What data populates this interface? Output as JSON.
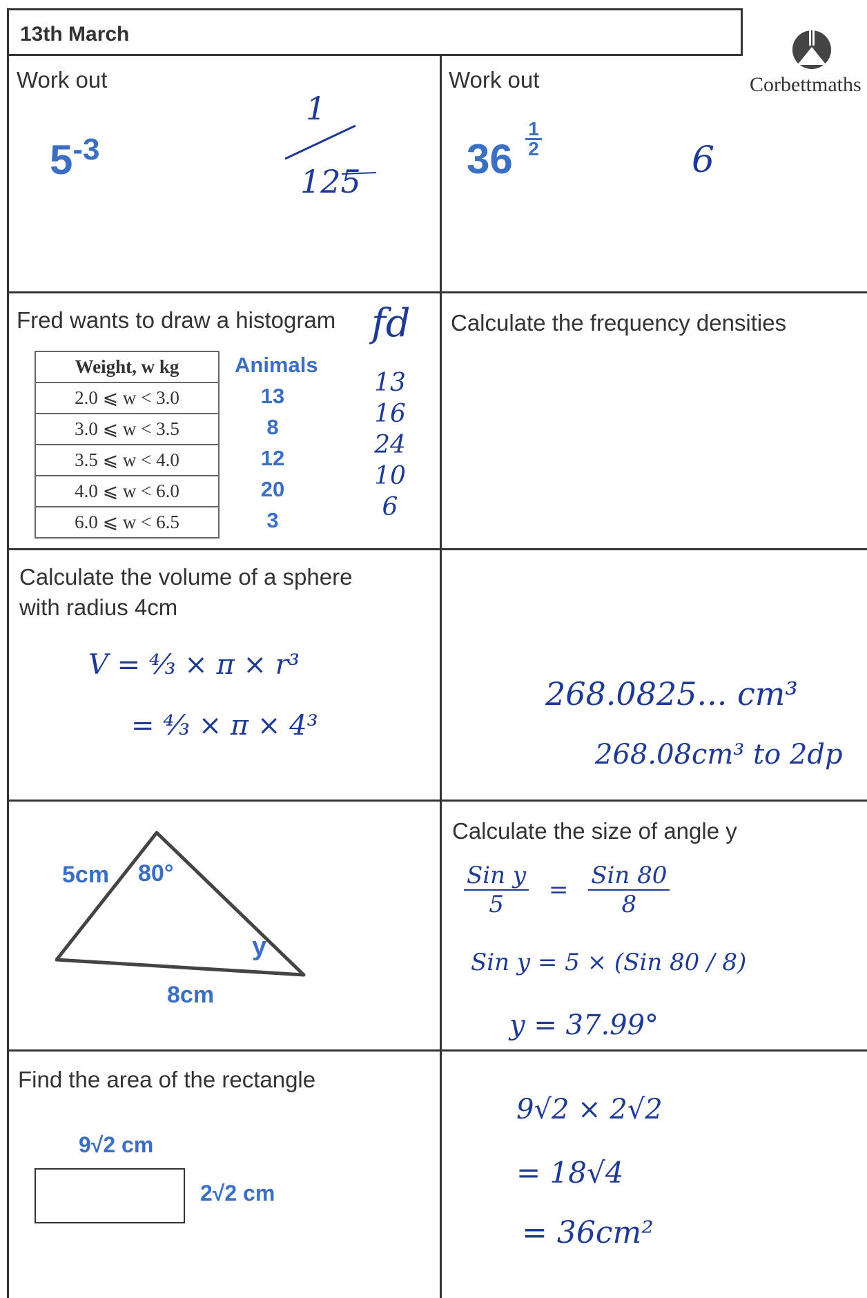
{
  "header": {
    "date": "13th March"
  },
  "logo": {
    "name": "Corbettmaths",
    "icon": "corbettmaths-logo-icon"
  },
  "q1": {
    "prompt": "Work out",
    "question_base": "5",
    "question_exp": "-3",
    "answer_num": "1",
    "answer_den": "125"
  },
  "q2": {
    "prompt": "Work out",
    "question_base": "36",
    "question_exp_num": "1",
    "question_exp_den": "2",
    "answer": "6"
  },
  "q3": {
    "prompt": "Fred wants to draw a histogram",
    "fd_header": "fd",
    "table_header": "Weight, w kg",
    "animals_header": "Animals",
    "rows": [
      {
        "weight": "2.0 ⩽ w < 3.0",
        "animals": "13",
        "fd": "13"
      },
      {
        "weight": "3.0 ⩽ w < 3.5",
        "animals": "8",
        "fd": "16"
      },
      {
        "weight": "3.5 ⩽ w < 4.0",
        "animals": "12",
        "fd": "24"
      },
      {
        "weight": "4.0 ⩽ w < 6.0",
        "animals": "20",
        "fd": "10"
      },
      {
        "weight": "6.0 ⩽ w < 6.5",
        "animals": "3",
        "fd": "6"
      }
    ]
  },
  "q4": {
    "prompt": "Calculate the frequency densities"
  },
  "q5": {
    "prompt_line1": "Calculate the volume of a sphere",
    "prompt_line2": "with radius 4cm",
    "work_line1": "V = ⁴⁄₃ × π × r³",
    "work_line2": "= ⁴⁄₃ × π × 4³",
    "answer_line1": "268.0825... cm³",
    "answer_line2": "268.08cm³ to 2dp"
  },
  "q6": {
    "side_left": "5cm",
    "angle_top": "80°",
    "angle_y": "y",
    "side_bottom": "8cm"
  },
  "q7": {
    "prompt": "Calculate the size of angle y",
    "line1_left_num": "Sin y",
    "line1_left_den": "5",
    "line1_eq": "=",
    "line1_right_num": "Sin 80",
    "line1_right_den": "8",
    "line2": "Sin y = 5 × (Sin 80 / 8)",
    "line3": "y = 37.99°"
  },
  "q8": {
    "prompt": "Find the area of the rectangle",
    "width_label": "9√2 cm",
    "height_label": "2√2 cm"
  },
  "q9": {
    "line1": "9√2 × 2√2",
    "line2": "= 18√4",
    "line3": "= 36cm²"
  }
}
